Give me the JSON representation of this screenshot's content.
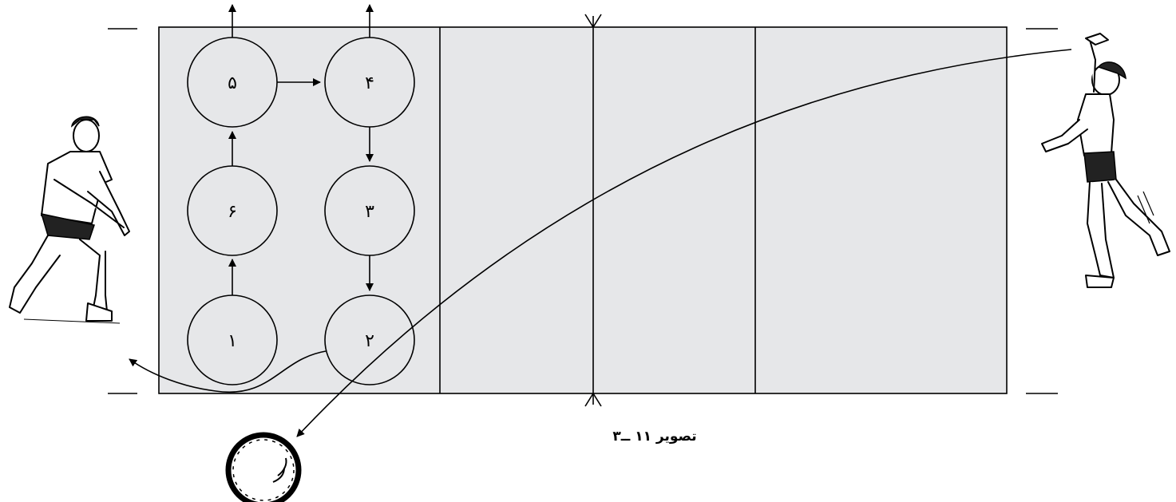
{
  "caption": "تصویر ۱۱ ــ۳",
  "positions": {
    "p1": "۱",
    "p2": "۲",
    "p3": "۳",
    "p4": "۴",
    "p5": "۵",
    "p6": "۶"
  }
}
